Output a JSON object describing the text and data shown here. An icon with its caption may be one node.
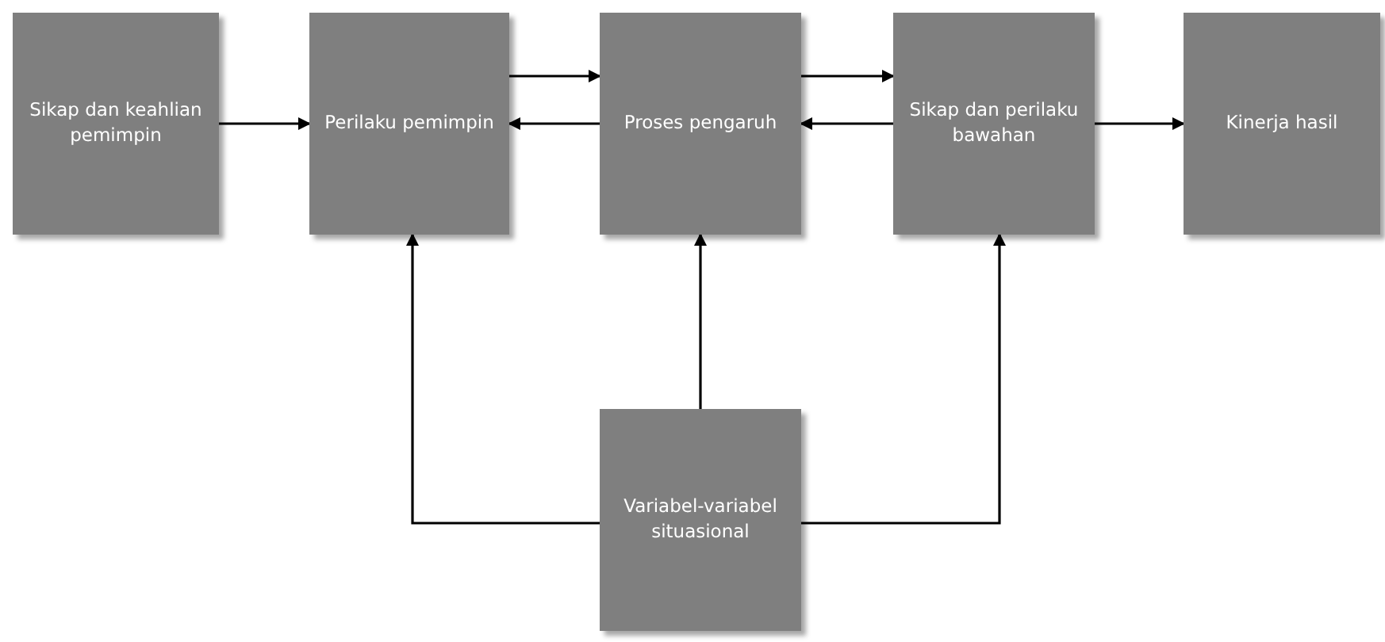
{
  "diagram": {
    "nodes": [
      {
        "text": [
          "Sikap dan keahlian pemimpin"
        ]
      },
      {
        "text": [
          "Perilaku pemimpin"
        ]
      },
      {
        "text": [
          "Proses pengaruh"
        ]
      },
      {
        "text": [
          "Sikap dan perilaku bawahan"
        ]
      },
      {
        "text": [
          "Kinerja hasil"
        ]
      },
      {
        "text": [
          "Variabel-variabel situasional"
        ]
      }
    ],
    "edges": [
      {
        "from": 0,
        "to": 1,
        "arrow": "to"
      },
      {
        "from": 1,
        "to": 2,
        "arrow": "to"
      },
      {
        "from": 2,
        "to": 1,
        "arrow": "to"
      },
      {
        "from": 2,
        "to": 3,
        "arrow": "to"
      },
      {
        "from": 3,
        "to": 2,
        "arrow": "to"
      },
      {
        "from": 3,
        "to": 4,
        "arrow": "to"
      },
      {
        "from": 5,
        "to": 1,
        "arrow": "to"
      },
      {
        "from": 5,
        "to": 2,
        "arrow": "to"
      },
      {
        "from": 5,
        "to": 3,
        "arrow": "to"
      }
    ]
  }
}
